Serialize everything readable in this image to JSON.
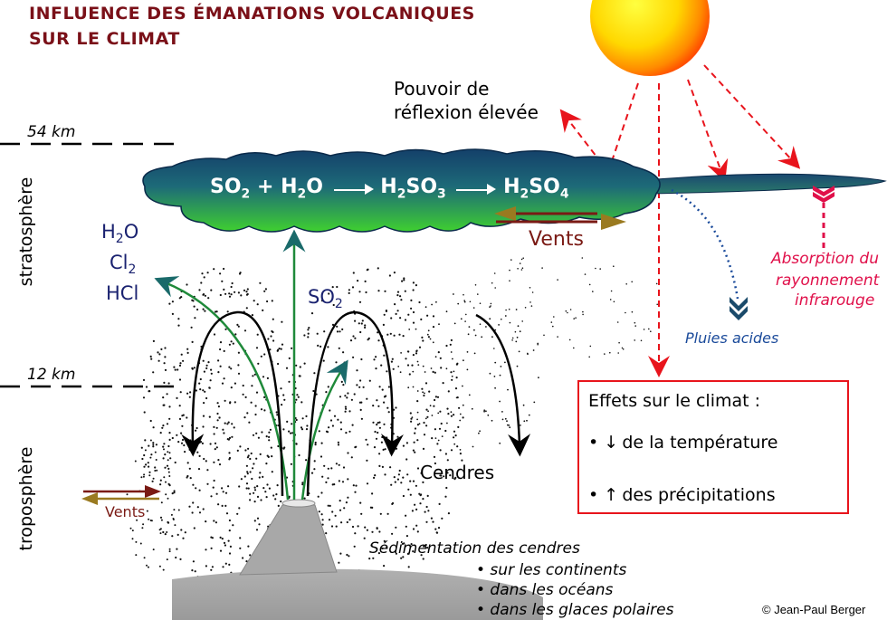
{
  "title": {
    "line1": "INFLUENCE DES ÉMANATIONS VOLCANIQUES",
    "line2": "SUR LE CLIMAT",
    "color": "#7a1018"
  },
  "altitudes": {
    "top": "54 km",
    "tropopause": "12 km"
  },
  "layers": {
    "stratosphere": "stratosphère",
    "troposphere": "troposphère"
  },
  "reflection": {
    "line1": "Pouvoir de",
    "line2": "réflexion élevée"
  },
  "cloud_equation": {
    "so2": "SO",
    "plus": "+",
    "h2o": "H",
    "h2so3": "H",
    "h2so4": "H",
    "sub2": "2",
    "sub3": "3",
    "sub4": "4",
    "o": "O",
    "so": "SO"
  },
  "gases": {
    "h2o": "H",
    "h2o_sub": "2",
    "h2o_o": "O",
    "cl": "Cl",
    "cl_sub": "2",
    "hcl": "HCl",
    "so2": "SO",
    "so2_sub": "2"
  },
  "winds": {
    "strato": "Vents",
    "tropo": "Vents"
  },
  "acid_rain": "Pluies acides",
  "infrared": {
    "line1": "Absorption du",
    "line2": "rayonnement",
    "line3": "infrarouge"
  },
  "ash": "Cendres",
  "effects": {
    "title": "Effets sur le climat :",
    "temperature": "de la température",
    "precipitation": "des précipitations",
    "bullet": "•"
  },
  "sedimentation": {
    "title": "Sédimentation des cendres",
    "items": [
      "• sur les continents",
      "• dans les océans",
      "• dans les glaces polaires"
    ]
  },
  "credit": "© Jean-Paul Berger",
  "colors": {
    "title": "#7a1018",
    "navy": "#1a2270",
    "red": "#e8141c",
    "pink": "#e0104a",
    "wind": "#7a1a14",
    "wind_gold": "#9a7a20",
    "green_arrow": "#1f8a3a",
    "acid_blue": "#1a4a9a"
  }
}
